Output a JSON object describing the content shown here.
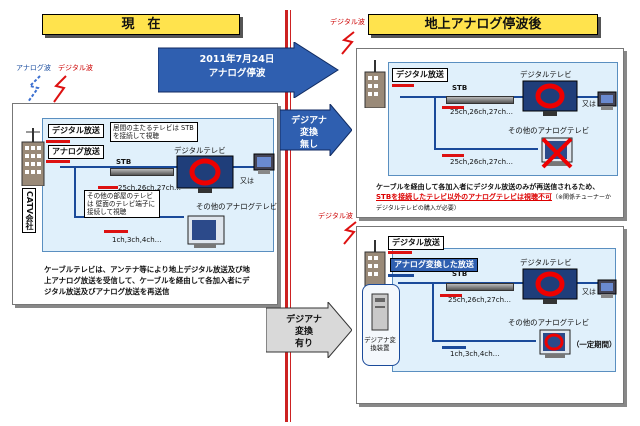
{
  "header_current": "現　在",
  "header_after": "地上アナログ停波後",
  "transition": {
    "line1": "2011年7月24日",
    "line2": "アナログ停波"
  },
  "labels": {
    "digital_wave": "デジタル波",
    "analog_wave": "アナログ波",
    "digital_broadcast": "デジタル放送",
    "analog_broadcast": "アナログ放送",
    "analog_converted": "アナログ変換した放送",
    "stb": "STB",
    "digital_tv": "デジタルテレビ",
    "or": "又は",
    "other_analog_tv": "その他のアナログテレビ",
    "catv": "CATV会社",
    "channels_digital": "25ch,26ch,27ch…",
    "channels_analog": "1ch,3ch,4ch…",
    "fixed_period": "（一定期間）",
    "converter": "デジアナ変換装置"
  },
  "notes": {
    "main_room": "居間の主たるテレビは STBを接続して視聴",
    "other_room": "その他の部屋のテレビは 壁面のテレビ端子に 接続して視聴"
  },
  "descriptions": {
    "current": "ケーブルテレビは、アンテナ等により地上デジタル放送及び地上アナログ放送を受信して、ケーブルを経由して各加入者にデジタル放送及びアナログ放送を再送信",
    "no_digiana_main": "ケーブルを経由して各加入者にデジタル放送のみが再送信されるため、",
    "no_digiana_emph": "STBを接続したテレビ以外のアナログテレビは視聴不可",
    "no_digiana_sub": "（※関係チューナーかデジタルテレビの購入が必要）"
  },
  "digiana": {
    "none_line1": "デジアナ",
    "none_line2": "変換",
    "none_line3": "無し",
    "with_line1": "デジアナ",
    "with_line2": "変換",
    "with_line3": "有り"
  },
  "colors": {
    "header": "#ffe34d",
    "panel_blue": "#e0f0fb",
    "digital_red": "#d11111",
    "analog_blue": "#1a4a9a",
    "arrow_blue": "#2f5fb0",
    "divider": "#cc2222"
  }
}
